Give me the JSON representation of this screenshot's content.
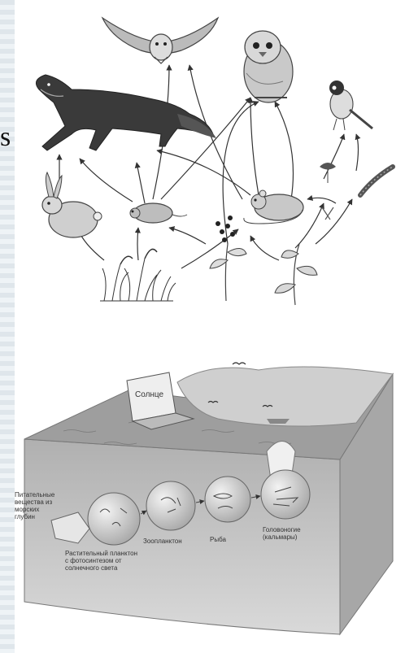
{
  "edge_letter": "s",
  "ocean": {
    "sun_label": "Солнце",
    "nutrients_label_1": "Питательные",
    "nutrients_label_2": "вещества из",
    "nutrients_label_3": "морских",
    "nutrients_label_4": "глубин",
    "phyto_label_1": "Растительный планктон",
    "phyto_label_2": "с фотосинтезом от",
    "phyto_label_3": "солнечного света",
    "zoo_label": "Зоопланктон",
    "fish_label": "Рыба",
    "squid_label_1": "Головоногие",
    "squid_label_2": "(кальмары)"
  },
  "colors": {
    "ink": "#2a2a2a",
    "fox": "#3a3a3a",
    "water_top": "#9a9a9a",
    "water_front": "#bdbdbd",
    "land": "#d0d0d0"
  }
}
